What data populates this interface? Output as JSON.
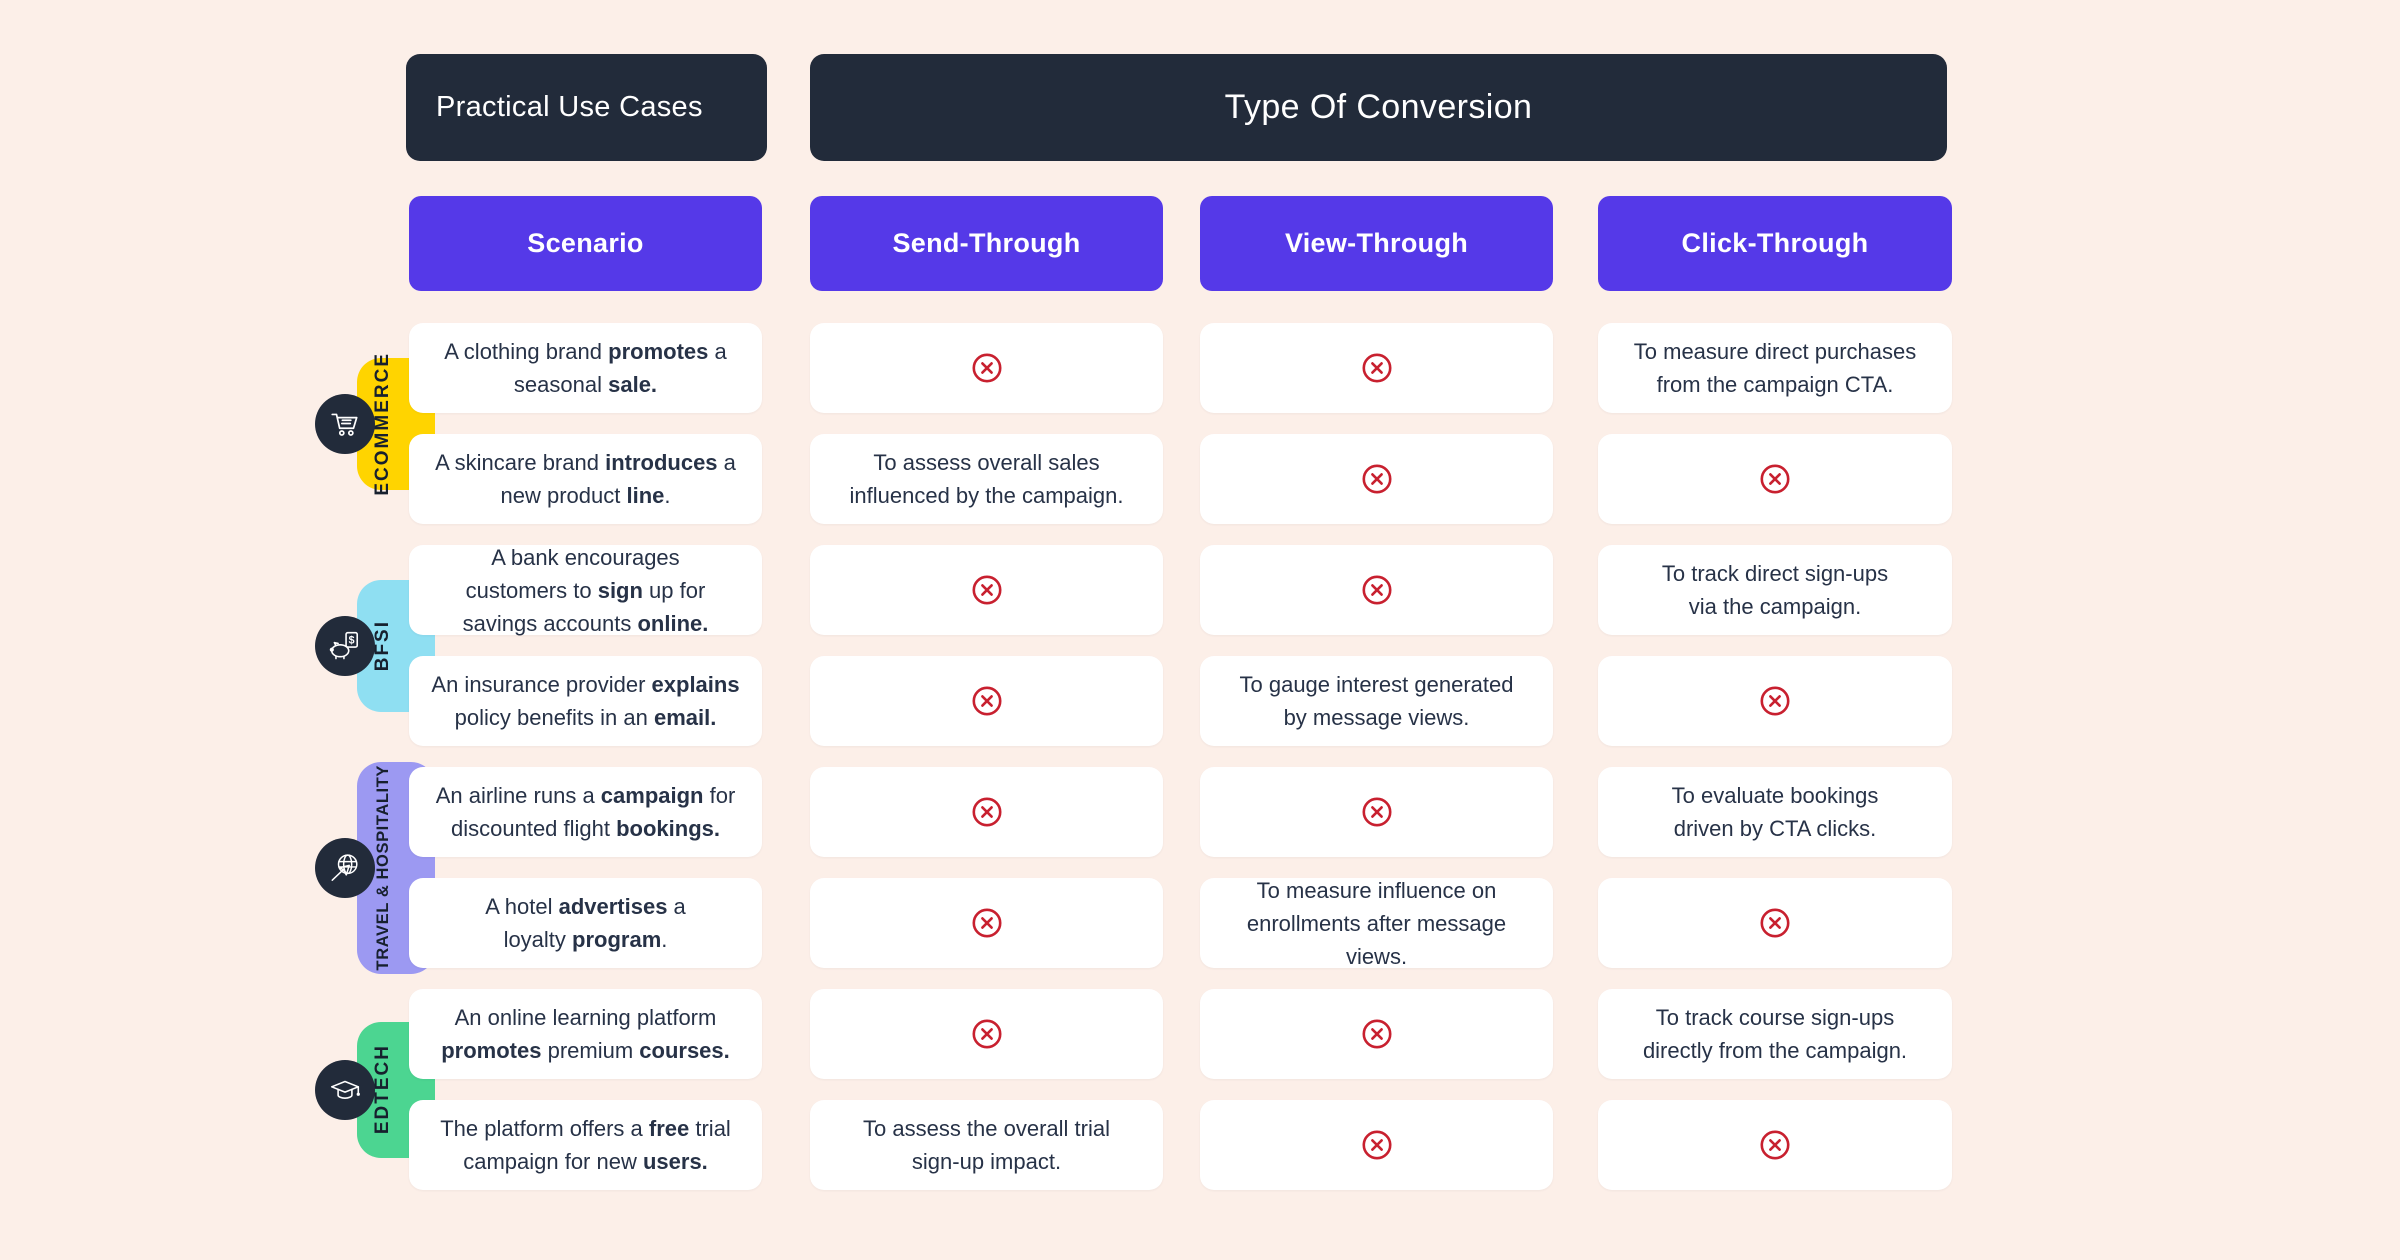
{
  "page": {
    "background": "#FCEFE8"
  },
  "palette": {
    "navy": "#222B3A",
    "purple": "#5539E8",
    "card": "#FFFFFF",
    "blocked_red": "#C8202F",
    "text": "#273247"
  },
  "headers": {
    "use_cases": "Practical Use Cases",
    "conversion": "Type Of Conversion"
  },
  "columns": [
    {
      "label": "Scenario"
    },
    {
      "label": "Send-Through"
    },
    {
      "label": "View-Through"
    },
    {
      "label": "Click-Through"
    }
  ],
  "blocked_symbol": "circled-x",
  "categories": [
    {
      "label": "ECOMMERCE",
      "color": "#FFD400",
      "icon": "shopping-cart-icon",
      "rows": [
        {
          "scenario": [
            {
              "t": "A clothing brand ",
              "b": 0
            },
            {
              "t": "promotes",
              "b": 1
            },
            {
              "t": " a\nseasonal ",
              "b": 0
            },
            {
              "t": "sale.",
              "b": 1
            }
          ],
          "cells": [
            {
              "blocked": true
            },
            {
              "blocked": true
            },
            {
              "text": "To measure direct purchases\nfrom the campaign CTA."
            }
          ]
        },
        {
          "scenario": [
            {
              "t": "A skincare brand ",
              "b": 0
            },
            {
              "t": "introduces",
              "b": 1
            },
            {
              "t": " a\nnew product ",
              "b": 0
            },
            {
              "t": "line",
              "b": 1
            },
            {
              "t": ".",
              "b": 0
            }
          ],
          "cells": [
            {
              "text": "To assess overall sales\ninfluenced by the campaign."
            },
            {
              "blocked": true
            },
            {
              "blocked": true
            }
          ]
        }
      ]
    },
    {
      "label": "BFSI",
      "color": "#8FDFF2",
      "icon": "piggy-bank-icon",
      "rows": [
        {
          "scenario": [
            {
              "t": "A bank encourages\ncustomers to ",
              "b": 0
            },
            {
              "t": "sign",
              "b": 1
            },
            {
              "t": " up for\nsavings accounts ",
              "b": 0
            },
            {
              "t": "online.",
              "b": 1
            }
          ],
          "cells": [
            {
              "blocked": true
            },
            {
              "blocked": true
            },
            {
              "text": "To track direct sign-ups\nvia the campaign."
            }
          ]
        },
        {
          "scenario": [
            {
              "t": "An insurance provider ",
              "b": 0
            },
            {
              "t": "explains",
              "b": 1
            },
            {
              "t": "\npolicy benefits in an ",
              "b": 0
            },
            {
              "t": "email.",
              "b": 1
            }
          ],
          "cells": [
            {
              "blocked": true
            },
            {
              "text": "To gauge interest generated\nby message views."
            },
            {
              "blocked": true
            }
          ]
        }
      ]
    },
    {
      "label": "TRAVEL & HOSPITALITY",
      "color": "#9C99F2",
      "icon": "globe-plane-icon",
      "rows": [
        {
          "scenario": [
            {
              "t": "An airline runs a ",
              "b": 0
            },
            {
              "t": "campaign",
              "b": 1
            },
            {
              "t": " for\ndiscounted flight ",
              "b": 0
            },
            {
              "t": "bookings.",
              "b": 1
            }
          ],
          "cells": [
            {
              "blocked": true
            },
            {
              "blocked": true
            },
            {
              "text": "To evaluate bookings\ndriven by CTA clicks."
            }
          ]
        },
        {
          "scenario": [
            {
              "t": "A hotel ",
              "b": 0
            },
            {
              "t": "advertises",
              "b": 1
            },
            {
              "t": " a\nloyalty ",
              "b": 0
            },
            {
              "t": "program",
              "b": 1
            },
            {
              "t": ".",
              "b": 0
            }
          ],
          "cells": [
            {
              "blocked": true
            },
            {
              "text": "To measure influence on\nenrollments after message views."
            },
            {
              "blocked": true
            }
          ]
        }
      ]
    },
    {
      "label": "EDTECH",
      "color": "#4CD591",
      "icon": "graduation-cap-icon",
      "rows": [
        {
          "scenario": [
            {
              "t": "An online learning platform\n",
              "b": 0
            },
            {
              "t": "promotes",
              "b": 1
            },
            {
              "t": " premium ",
              "b": 0
            },
            {
              "t": "courses.",
              "b": 1
            }
          ],
          "cells": [
            {
              "blocked": true
            },
            {
              "blocked": true
            },
            {
              "text": "To track course sign-ups\ndirectly from the campaign."
            }
          ]
        },
        {
          "scenario": [
            {
              "t": "The platform offers a ",
              "b": 0
            },
            {
              "t": "free",
              "b": 1
            },
            {
              "t": " trial\ncampaign for new ",
              "b": 0
            },
            {
              "t": "users.",
              "b": 1
            }
          ],
          "cells": [
            {
              "text": "To assess the overall trial\nsign-up impact."
            },
            {
              "blocked": true
            },
            {
              "blocked": true
            }
          ]
        }
      ]
    }
  ]
}
